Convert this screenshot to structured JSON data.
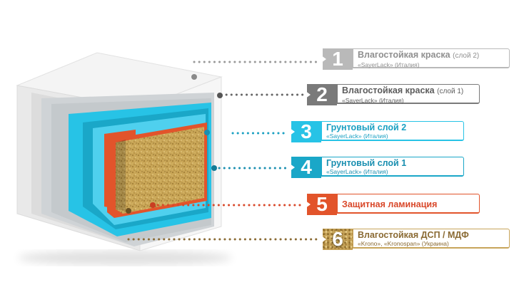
{
  "colors": {
    "layer_1": "#b9b9b9",
    "layer_2": "#7a7a7a",
    "layer_3": "#27c3e6",
    "layer_4": "#1aa7c8",
    "layer_5": "#e2542b",
    "layer_6": "#c7a45a",
    "text_gray": "#8f8f8f",
    "text_dark": "#5c5c5c",
    "text_teal": "#1aa0c2",
    "text_orange": "#d9482a",
    "text_brown": "#8a6a33"
  },
  "layers": [
    {
      "number": "1",
      "title": "Влагостойкая краска",
      "suffix": "(слой 2)",
      "subtitle": "«SayerLack» (Италия)"
    },
    {
      "number": "2",
      "title": "Влагостойкая краска",
      "suffix": "(слой 1)",
      "subtitle": "«SayerLack» (Италия)"
    },
    {
      "number": "3",
      "title": "Грунтовый слой 2",
      "suffix": "",
      "subtitle": "«SayerLack» (Италия)"
    },
    {
      "number": "4",
      "title": "Грунтовый слой 1",
      "suffix": "",
      "subtitle": "«SayerLack» (Италия)"
    },
    {
      "number": "5",
      "title": "Защитная ламинация",
      "suffix": "",
      "subtitle": ""
    },
    {
      "number": "6",
      "title": "Влагостойкая ДСП / МДФ",
      "suffix": "",
      "subtitle": "«Krono», «Kronospan» (Украина)"
    }
  ]
}
